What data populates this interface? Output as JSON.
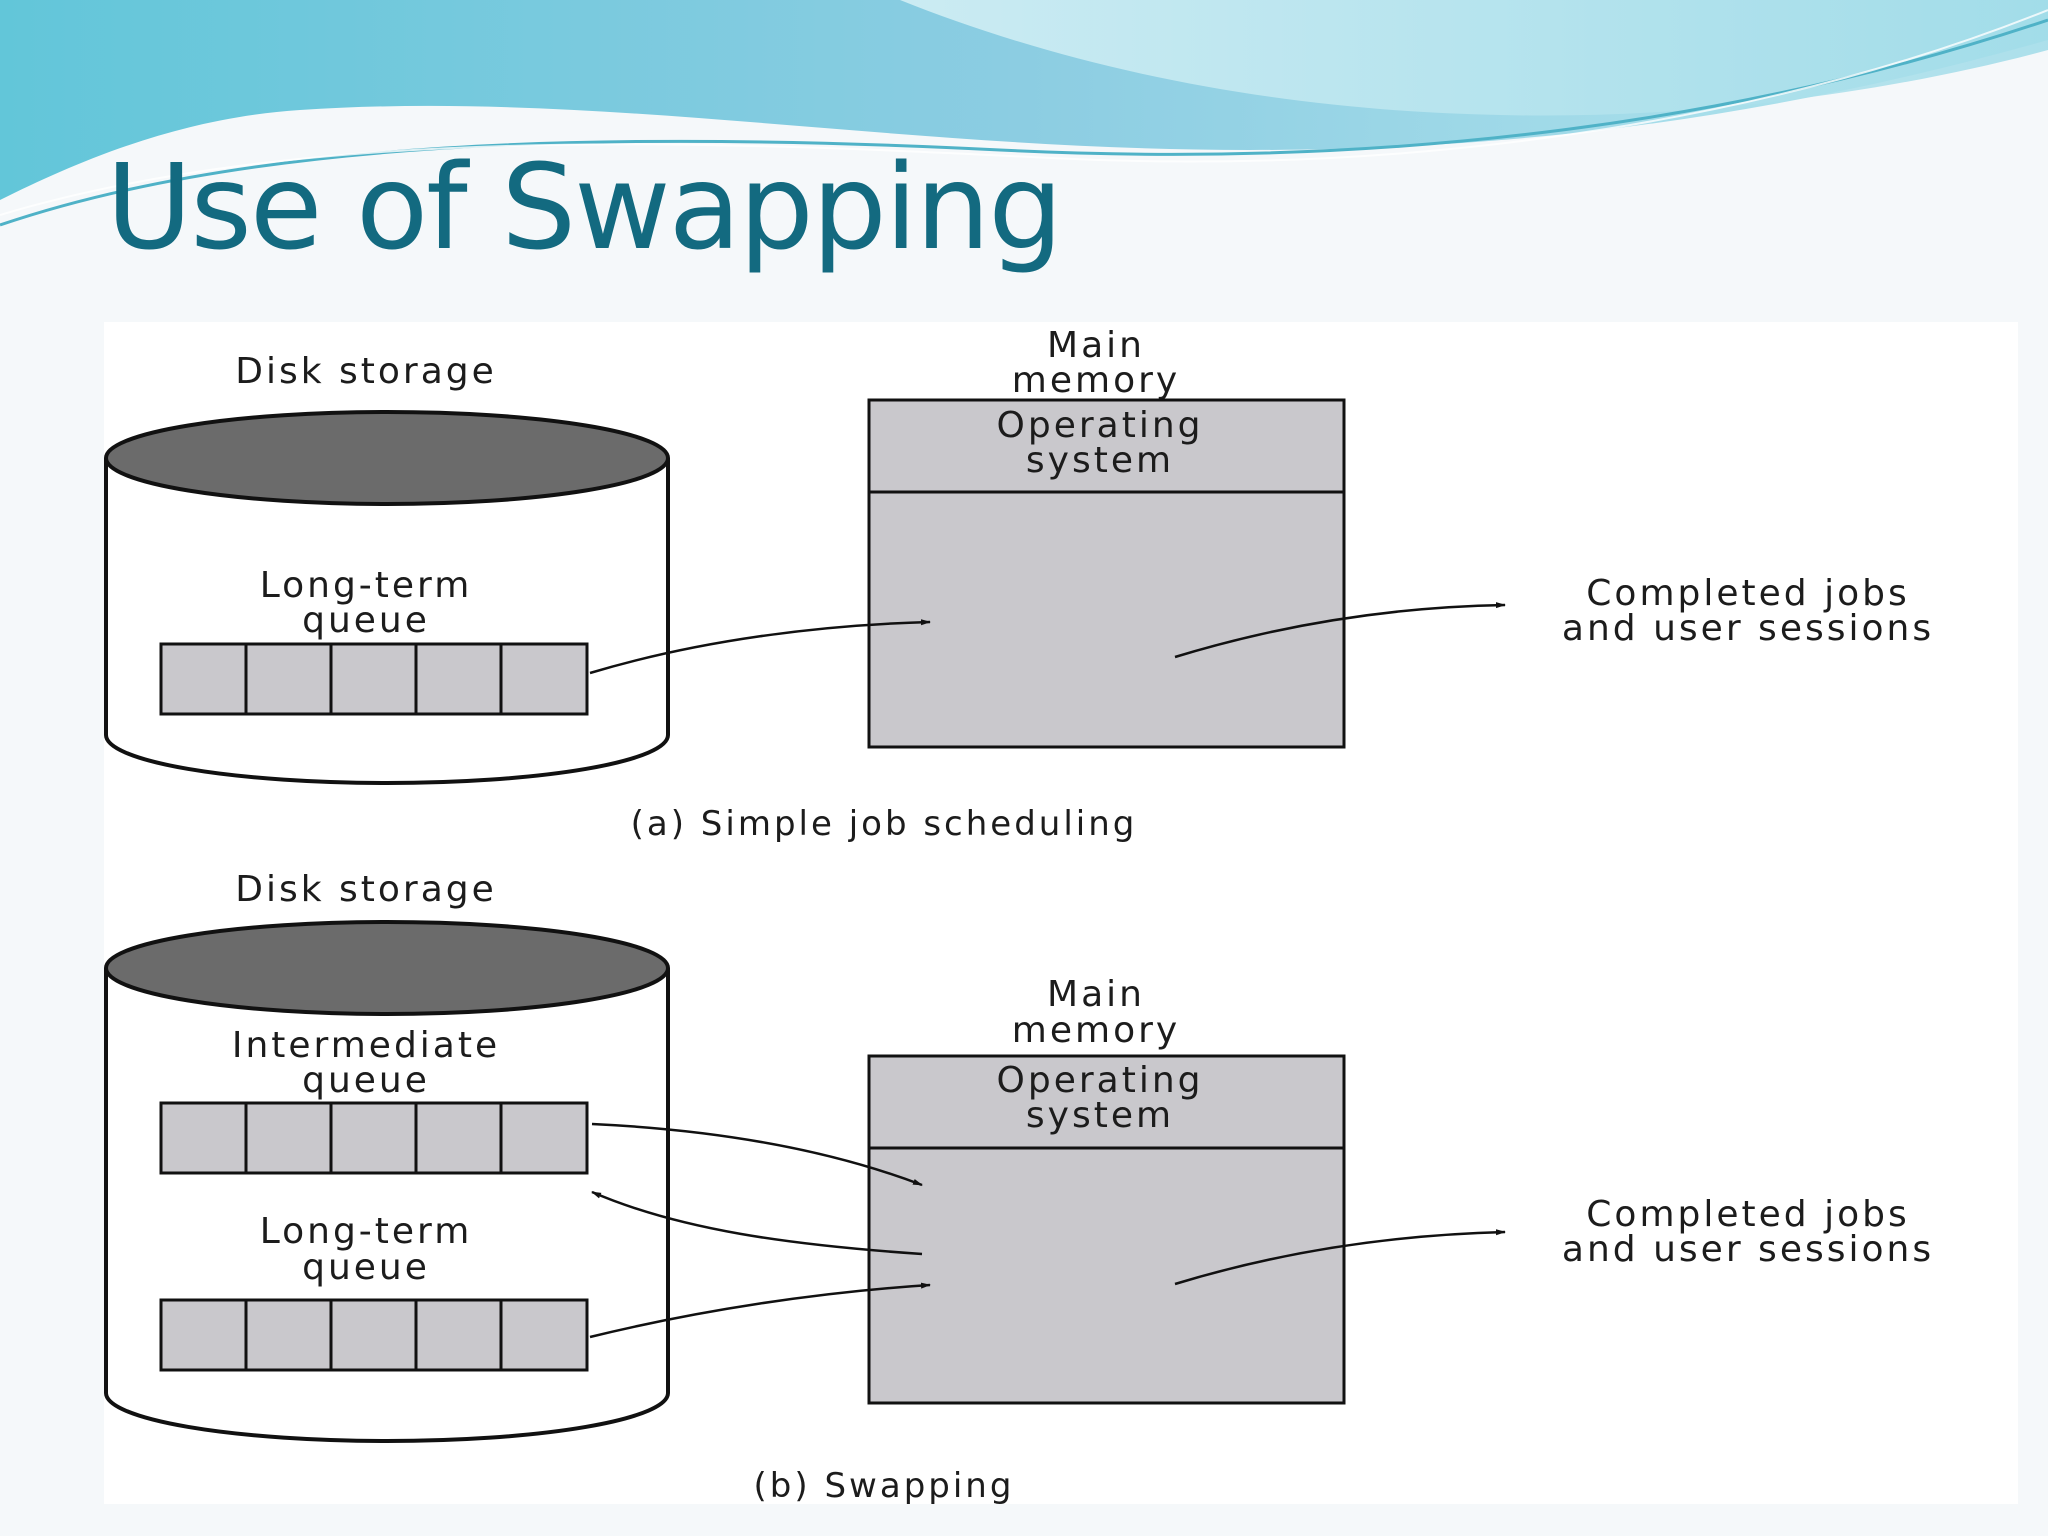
{
  "title": "Use of Swapping",
  "colors": {
    "title": "#136a80",
    "disk_top": "#6b6b6b",
    "box_fill": "#c9c8cc",
    "stroke": "#111111"
  },
  "panel_a": {
    "disk_label": "Disk storage",
    "queue_label_line1": "Long-term",
    "queue_label_line2": "queue",
    "memory_label_line1": "Main",
    "memory_label_line2": "memory",
    "os_label_line1": "Operating",
    "os_label_line2": "system",
    "completed_line1": "Completed jobs",
    "completed_line2": "and user sessions",
    "caption": "(a) Simple job scheduling"
  },
  "panel_b": {
    "disk_label": "Disk storage",
    "intermediate_label_line1": "Intermediate",
    "intermediate_label_line2": "queue",
    "queue_label_line1": "Long-term",
    "queue_label_line2": "queue",
    "memory_label_line1": "Main",
    "memory_label_line2": "memory",
    "os_label_line1": "Operating",
    "os_label_line2": "system",
    "completed_line1": "Completed jobs",
    "completed_line2": "and user sessions",
    "caption": "(b) Swapping"
  }
}
